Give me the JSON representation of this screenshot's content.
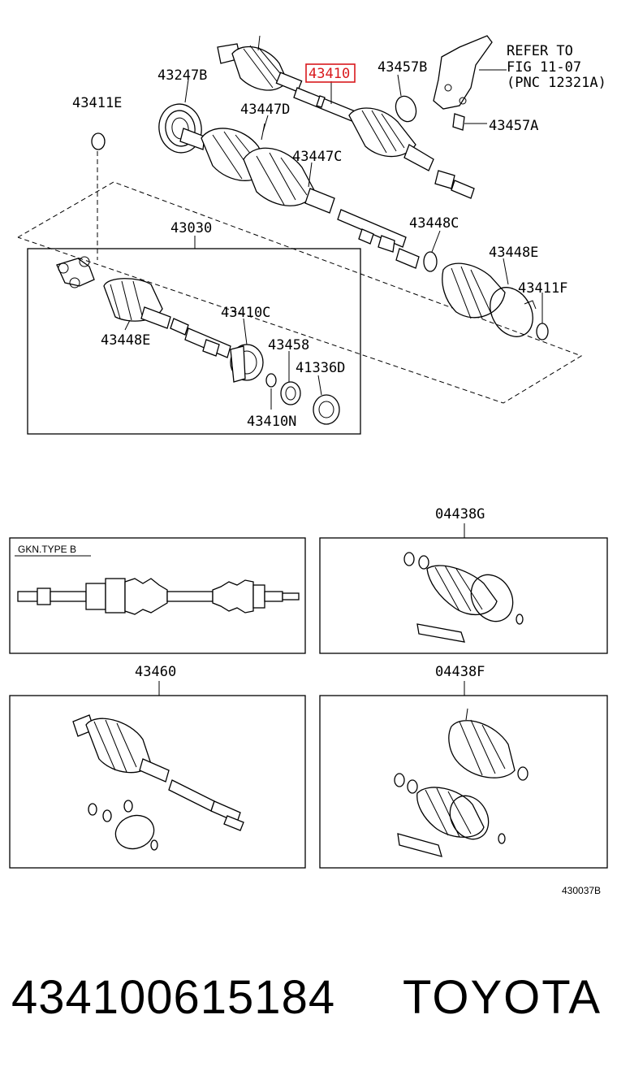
{
  "diagram": {
    "callouts": {
      "c43247B": "43247B",
      "c43410": "43410",
      "c43457B": "43457B",
      "c43411E": "43411E",
      "c43447D": "43447D",
      "c43457A": "43457A",
      "c43447C": "43447C",
      "c43030": "43030",
      "c43448C": "43448C",
      "c43448E_r": "43448E",
      "c43411F": "43411F",
      "c43410C": "43410C",
      "c43448E_l": "43448E",
      "c43458": "43458",
      "c41336D": "41336D",
      "c43410N": "43410N",
      "c04438G": "04438G",
      "c43460": "43460",
      "c04438F": "04438F"
    },
    "refer": {
      "line1": "REFER TO",
      "line2": "FIG 11-07",
      "line3": "(PNC 12321A)"
    },
    "gkn_label": "GKN.TYPE B",
    "figure_code": "430037B",
    "highlight_color": "#d9191d"
  },
  "footer": {
    "part_number": "434100615184",
    "brand": "TOYOTA"
  }
}
